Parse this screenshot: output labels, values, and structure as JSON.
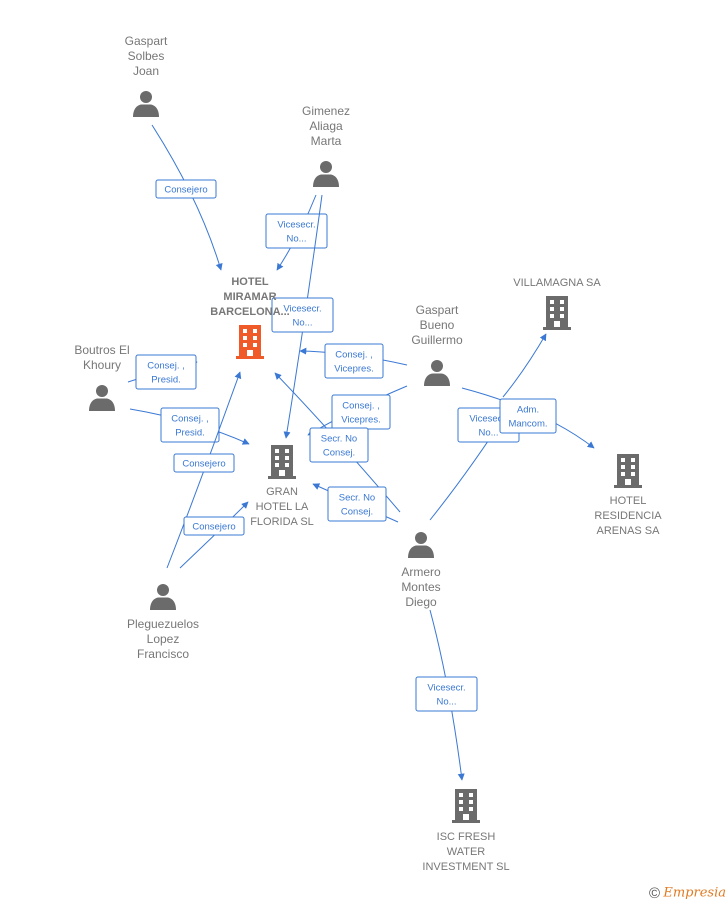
{
  "colors": {
    "edge": "#3a78d4",
    "person": "#6b6b6b",
    "company": "#6b6b6b",
    "main_company": "#f05a28",
    "label": "#777777"
  },
  "nodes": [
    {
      "id": "gaspart_solbes",
      "type": "person",
      "label": [
        "Gaspart",
        "Solbes",
        "Joan"
      ]
    },
    {
      "id": "gimenez",
      "type": "person",
      "label": [
        "Gimenez",
        "Aliaga",
        "Marta"
      ]
    },
    {
      "id": "miramar",
      "type": "main-company",
      "label": [
        "HOTEL",
        "MIRAMAR",
        "BARCELONA..."
      ]
    },
    {
      "id": "boutros",
      "type": "person",
      "label": [
        "Boutros El",
        "Khoury"
      ]
    },
    {
      "id": "gaspart_bueno",
      "type": "person",
      "label": [
        "Gaspart",
        "Bueno",
        "Guillermo"
      ]
    },
    {
      "id": "villamagna",
      "type": "company",
      "label": [
        "VILLAMAGNA SA"
      ]
    },
    {
      "id": "gran_hotel",
      "type": "company",
      "label": [
        "GRAN",
        "HOTEL LA",
        "FLORIDA SL"
      ]
    },
    {
      "id": "residencia",
      "type": "company",
      "label": [
        "HOTEL",
        "RESIDENCIA",
        "ARENAS SA"
      ]
    },
    {
      "id": "armero",
      "type": "person",
      "label": [
        "Armero",
        "Montes",
        "Diego"
      ]
    },
    {
      "id": "pleguezuelos",
      "type": "person",
      "label": [
        "Pleguezuelos",
        "Lopez",
        "Francisco"
      ]
    },
    {
      "id": "isc",
      "type": "company",
      "label": [
        "ISC FRESH",
        "WATER",
        "INVESTMENT SL"
      ]
    }
  ],
  "edges": [
    {
      "id": "e1",
      "label": [
        "Consejero"
      ]
    },
    {
      "id": "e2",
      "label": [
        "Vicesecr.",
        "No..."
      ]
    },
    {
      "id": "e3",
      "label": [
        "Vicesecr.",
        "No..."
      ]
    },
    {
      "id": "e4",
      "label": [
        "Consej. ,",
        "Presid."
      ]
    },
    {
      "id": "e5",
      "label": [
        "Consej. ,",
        "Presid."
      ]
    },
    {
      "id": "e6",
      "label": [
        "Consej. ,",
        "Vicepres."
      ]
    },
    {
      "id": "e7",
      "label": [
        "Consej. ,",
        "Vicepres."
      ]
    },
    {
      "id": "e8",
      "label": [
        "Secr.  No",
        "Consej."
      ]
    },
    {
      "id": "e9",
      "label": [
        "Secr.  No",
        "Consej."
      ]
    },
    {
      "id": "e10",
      "label": [
        "Consejero"
      ]
    },
    {
      "id": "e11",
      "label": [
        "Consejero"
      ]
    },
    {
      "id": "e12",
      "label": [
        "Vicesecr.",
        "No..."
      ]
    },
    {
      "id": "e13",
      "label": [
        "Adm.",
        "Mancom."
      ]
    },
    {
      "id": "e14",
      "label": [
        "Vicesecr.",
        "No..."
      ]
    }
  ],
  "footer": {
    "copyright": "©",
    "brand": "Empresia"
  }
}
